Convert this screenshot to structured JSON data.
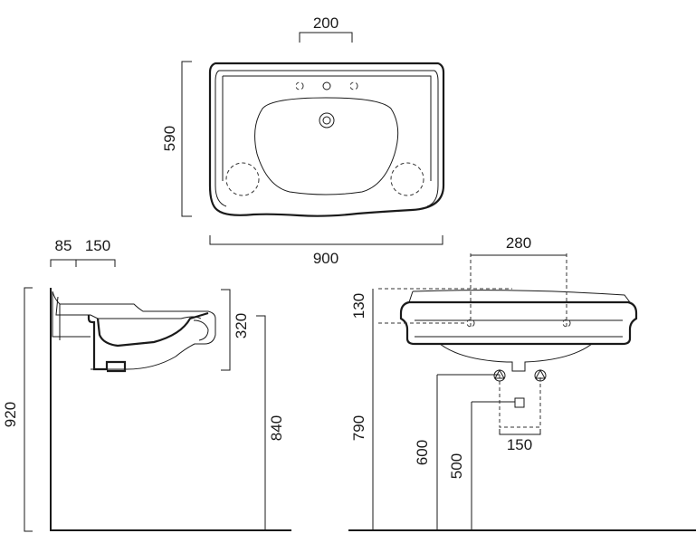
{
  "top_view": {
    "width_label": "900",
    "depth_label": "590",
    "tap_spacing_label": "200"
  },
  "side_view": {
    "rim_to_wall_label": "85",
    "drain_offset_label": "150",
    "height_label": "320",
    "total_height_label": "920",
    "rim_height_label": "840"
  },
  "front_view": {
    "bracket_spacing_label": "280",
    "thickness_label": "130",
    "rim_height_label": "790",
    "supply_height_label": "600",
    "waste_height_label": "500",
    "supply_spacing_label": "150"
  }
}
